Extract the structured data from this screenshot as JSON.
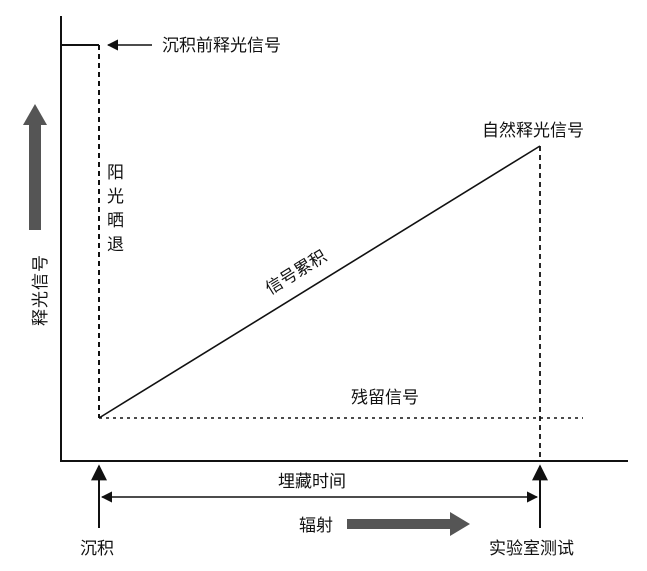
{
  "labels": {
    "pre_deposition_signal": "沉积前释光信号",
    "natural_signal": "自然释光信号",
    "bleaching": [
      "阳",
      "光",
      "晒",
      "退"
    ],
    "signal_accumulation": "信号累积",
    "residual_signal": "残留信号",
    "burial_time": "埋藏时间",
    "radiation": "辐射",
    "deposition": "沉积",
    "lab_test": "实验室测试",
    "y_axis": [
      "释",
      "光",
      "信",
      "号"
    ]
  },
  "colors": {
    "line": "#111111",
    "arrow_fill": "#555555"
  },
  "icons": {
    "y_axis_arrow": "thick-up-arrow-icon",
    "radiation_arrow": "thick-right-arrow-icon"
  }
}
